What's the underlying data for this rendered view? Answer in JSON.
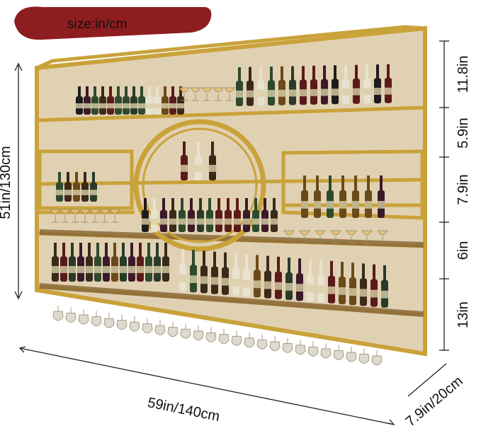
{
  "banner": {
    "label": "size:in/cm",
    "color": "#8e1d1f"
  },
  "dimensions": {
    "height_total": "51in/130cm",
    "width": "59in/140cm",
    "depth": "7.9in/20cm",
    "sections": [
      "11.8in",
      "5.9in",
      "7.9in",
      "6in",
      "13in"
    ]
  },
  "colors": {
    "frame": "#c9a23a",
    "frame_dark": "#9a7a25",
    "shelf_wood": "#8a6a3a",
    "back_panel": "#b99a63"
  },
  "icons": [
    "wine-rack-photo",
    "wine-bottle-icon",
    "wine-glass-icon"
  ]
}
